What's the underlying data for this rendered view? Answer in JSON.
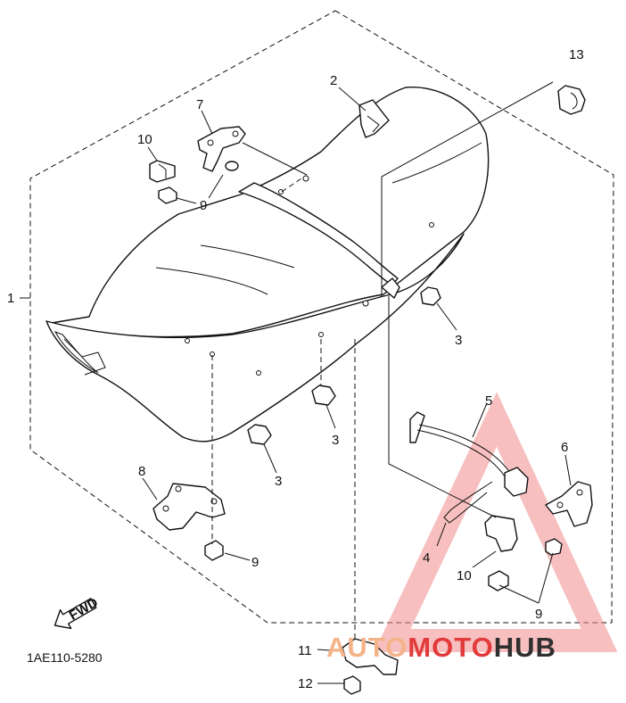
{
  "diagram": {
    "drawing_code": "1AE110-5280",
    "direction_label": "FWD",
    "callouts": [
      {
        "id": "c1",
        "text": "1"
      },
      {
        "id": "c2",
        "text": "2"
      },
      {
        "id": "c3a",
        "text": "3"
      },
      {
        "id": "c3b",
        "text": "3"
      },
      {
        "id": "c3c",
        "text": "3"
      },
      {
        "id": "c4",
        "text": "4"
      },
      {
        "id": "c5",
        "text": "5"
      },
      {
        "id": "c6",
        "text": "6"
      },
      {
        "id": "c7",
        "text": "7"
      },
      {
        "id": "c8",
        "text": "8"
      },
      {
        "id": "c9a",
        "text": "9"
      },
      {
        "id": "c9b",
        "text": "9"
      },
      {
        "id": "c9c",
        "text": "9"
      },
      {
        "id": "c10a",
        "text": "10"
      },
      {
        "id": "c10b",
        "text": "10"
      },
      {
        "id": "c11",
        "text": "11"
      },
      {
        "id": "c12",
        "text": "12"
      },
      {
        "id": "c13",
        "text": "13"
      }
    ]
  },
  "watermark": {
    "part1": "AUTO",
    "part2": "MOTO",
    "part3": "HUB",
    "colors": {
      "auto": "#f5b38a",
      "moto": "#e23b3b",
      "hub": "#2f2f2f",
      "triangle": "#f08a8a"
    }
  }
}
